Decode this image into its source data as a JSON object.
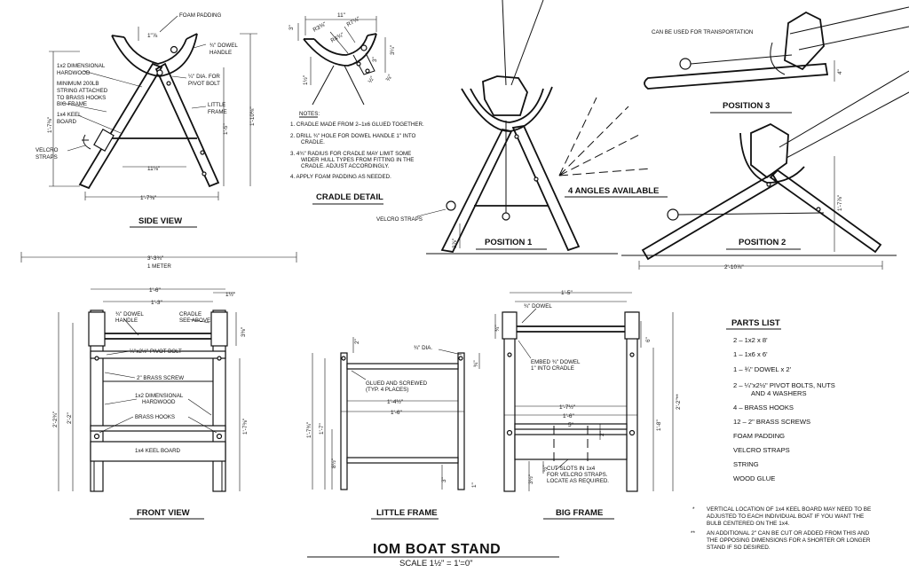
{
  "sheet": {
    "main_title": "IOM BOAT STAND",
    "scale": "SCALE 1½\" = 1'=0\""
  },
  "side_view": {
    "title": "SIDE VIEW",
    "labels": {
      "foam": "FOAM PADDING",
      "dowel_1": "¾\" DOWEL",
      "dowel_2": "HANDLE",
      "bolt_1": "¼\" DIA. FOR",
      "bolt_2": "PIVOT BOLT",
      "hw_1": "1x2 DIMENSIONAL",
      "hw_2": "HARDWOOD",
      "str_1": "MINIMUM 200LB",
      "str_2": "STRING ATTACHED",
      "str_3": "TO BRASS HOOKS",
      "big_frame": "BIG FRAME",
      "little_1": "LITTLE",
      "little_2": "FRAME",
      "keel_1": "1x4 KEEL",
      "keel_2": "BOARD",
      "velcro_1": "VELCRO",
      "velcro_2": "STRAPS"
    },
    "dims": {
      "top": "1\"⅞",
      "height_a": "1'-7⅜\"",
      "height_b": "1'-5\"",
      "height_c": "1'-10⅜\"",
      "inner": "11⅛\"",
      "base": "1'-7⅜\""
    }
  },
  "cradle": {
    "title": "CRADLE DETAIL",
    "dims": [
      "11\"",
      "R3⅜\"",
      "R7⅛\"",
      "R4¾\"",
      "3\"",
      "3¼\"",
      "1½\"",
      "½\"",
      "⅜\"",
      "3\""
    ],
    "notes_title": "NOTES:",
    "notes": [
      "1.  CRADLE MADE FROM 2–1x6 GLUED TOGETHER.",
      "2.  DRILL ¾\" HOLE FOR DOWEL HANDLE 1\" INTO",
      "CRADLE.",
      "3.  4¾\" RADIUS FOR CRADLE MAY LIMIT SOME",
      "WIDER HULL TYPES FROM FITTING IN THE",
      "CRADLE.  ADJUST ACCORDINGLY.",
      "4.  APPLY FOAM PADDING AS NEEDED."
    ]
  },
  "positions": {
    "velcro": "VELCRO STRAPS",
    "pos1": "POSITION 1",
    "pos1_dim": "3⅞\"",
    "angles": "4 ANGLES AVAILABLE",
    "pos2": "POSITION 2",
    "pos2_dim_w": "2'-10⅞\"",
    "pos2_dim_h": "1'-7⅞\"",
    "pos3": "POSITION 3",
    "pos3_dim": "4\"",
    "transport": "CAN BE USED FOR TRANSPORTATION"
  },
  "front_view": {
    "title": "FRONT VIEW",
    "meter_dim": "3'-3¾\"",
    "meter": "1 METER",
    "dims": {
      "w1": "1'-6\"",
      "w2": "1'-3\"",
      "w3": "1½\"",
      "h1": "2'-2¾\"",
      "h2": "2'-2\"",
      "h3": "1'-7⅜\"",
      "h4": "3⅜\""
    },
    "labels": {
      "dowel_1": "¾\" DOWEL",
      "dowel_2": "HANDLE",
      "cradle_1": "CRADLE",
      "cradle_2": "SEE ABOVE",
      "pivot": "¼\"x2½\" PIVOT BOLT",
      "screw": "2\" BRASS SCREW",
      "hw_1": "1x2 DIMENSIONAL",
      "hw_2": "HARDWOOD",
      "hooks": "BRASS HOOKS",
      "keel": "1x4 KEEL BOARD"
    }
  },
  "little_frame": {
    "title": "LITTLE FRAME",
    "dia": "¾\" DIA.",
    "glue_1": "GLUED AND SCREWED",
    "glue_2": "(TYP. 4 PLACES)",
    "dims": {
      "w1": "1'-4½\"",
      "w2": "1'-6\"",
      "h1": "1'-7¾\"",
      "h2": "1'-7\"",
      "h3": "8½\"",
      "h4": "¾\"",
      "h5": "3\"",
      "h6": "2\"",
      "h7": "1\""
    }
  },
  "big_frame": {
    "title": "BIG FRAME",
    "dowel": "¾\" DOWEL",
    "embed_1": "EMBED ¾\" DOWEL",
    "embed_2": "1\" INTO CRADLE",
    "cut_1": "CUT SLOTS IN 1x4",
    "cut_2": "FOR VELCRO STRAPS.",
    "cut_3": "LOCATE AS REQUIRED.",
    "dims": {
      "w0": "1'-5\"",
      "w1": "1'-7½\"",
      "w2": "1'-6\"",
      "w3": "5\"",
      "h1": "2'-2\"**",
      "h2": "1'-8\"",
      "h3": "6\"",
      "h4": "¾\"",
      "h5": "2\"",
      "h6": "3½\"",
      "h7": "½\""
    }
  },
  "parts_list": {
    "title": "PARTS LIST",
    "items": [
      "2 – 1x2 x 8'",
      "1 – 1x6 x 6'",
      "1 – ¾\" DOWEL x 2'",
      "2 – ¼\"x2½\" PIVOT BOLTS, NUTS",
      "AND 4 WASHERS",
      "4 – BRASS HOOKS",
      "12 – 2\" BRASS SCREWS",
      "FOAM PADDING",
      "VELCRO STRAPS",
      "STRING",
      "WOOD GLUE"
    ]
  },
  "footnotes": [
    {
      "mark": "*",
      "lines": [
        "VERTICAL LOCATION OF 1x4 KEEL BOARD MAY NEED TO BE",
        "ADJUSTED TO EACH INDIVIDUAL BOAT IF YOU WANT THE",
        "BULB CENTERED ON THE 1x4."
      ]
    },
    {
      "mark": "**",
      "lines": [
        "AN ADDITIONAL 2\" CAN BE CUT OR ADDED FROM THIS AND",
        "THE OPPOSING DIMENSIONS FOR A SHORTER OR LONGER",
        "STAND IF SO DESIRED."
      ]
    }
  ]
}
